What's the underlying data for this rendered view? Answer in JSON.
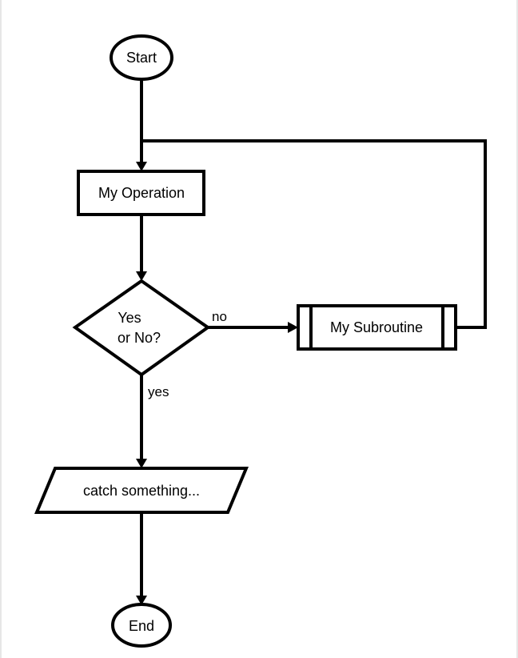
{
  "diagram": {
    "type": "flowchart",
    "nodes": {
      "start": {
        "shape": "terminal",
        "label": "Start"
      },
      "operation": {
        "shape": "process",
        "label": "My Operation"
      },
      "decision": {
        "shape": "decision",
        "label_line1": "Yes",
        "label_line2": "or No?"
      },
      "subroutine": {
        "shape": "predefined-process",
        "label": "My Subroutine"
      },
      "io": {
        "shape": "input-output",
        "label": "catch something..."
      },
      "end": {
        "shape": "terminal",
        "label": "End"
      }
    },
    "edges": {
      "no_label": "no",
      "yes_label": "yes"
    },
    "connections": [
      {
        "from": "start",
        "to": "operation"
      },
      {
        "from": "operation",
        "to": "decision"
      },
      {
        "from": "decision",
        "to": "subroutine",
        "label": "no"
      },
      {
        "from": "subroutine",
        "to": "operation"
      },
      {
        "from": "decision",
        "to": "io",
        "label": "yes"
      },
      {
        "from": "io",
        "to": "end"
      }
    ],
    "colors": {
      "stroke": "#000000",
      "fill": "#ffffff"
    }
  }
}
